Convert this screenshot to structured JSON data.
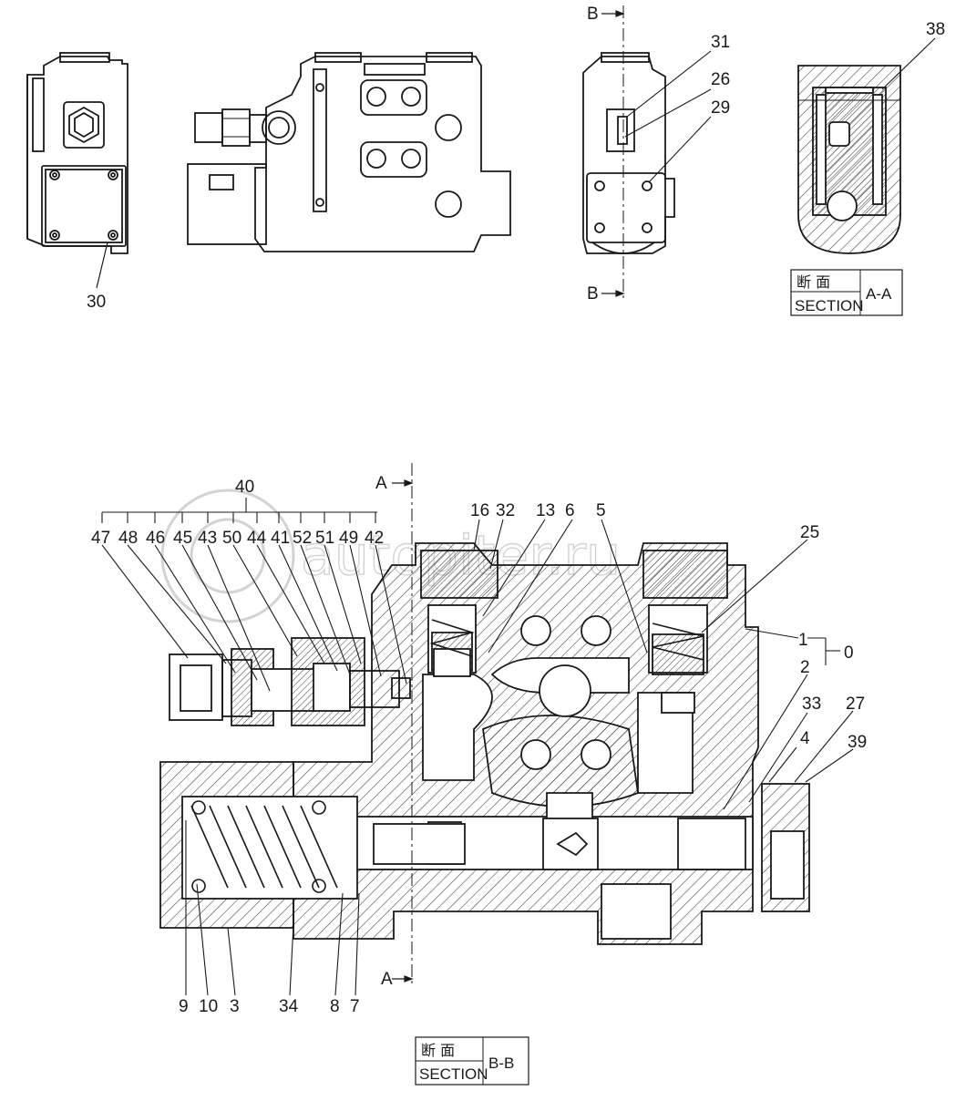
{
  "watermark": "autopiter.ru",
  "views": {
    "left_view": {
      "callouts": [
        "30"
      ]
    },
    "front_view": {
      "callouts": []
    },
    "side_view": {
      "cut_markers": [
        "B",
        "B"
      ],
      "callouts": [
        "31",
        "26",
        "29"
      ]
    },
    "section_aa": {
      "callouts": [
        "38"
      ],
      "caption": {
        "cjk": "断 面",
        "section": "SECTION",
        "id": "A-A"
      }
    },
    "section_bb": {
      "cut_markers": [
        "A",
        "A"
      ],
      "assembly_callout": "40",
      "assembly_parts": [
        "47",
        "48",
        "46",
        "45",
        "43",
        "50",
        "44",
        "41",
        "52",
        "51",
        "49",
        "42"
      ],
      "top_callouts": [
        "16",
        "32",
        "13",
        "6",
        "5",
        "25"
      ],
      "right_callouts": [
        "1",
        "0",
        "2",
        "33",
        "27",
        "4",
        "39"
      ],
      "bottom_callouts": [
        "9",
        "10",
        "3",
        "34",
        "8",
        "7"
      ],
      "caption": {
        "cjk": "断 面",
        "section": "SECTION",
        "id": "B-B"
      }
    }
  },
  "colors": {
    "line": "#1a1a1a",
    "hatch": "#3a3a3a",
    "watermark": "#c9c9c9",
    "background": "#ffffff"
  }
}
